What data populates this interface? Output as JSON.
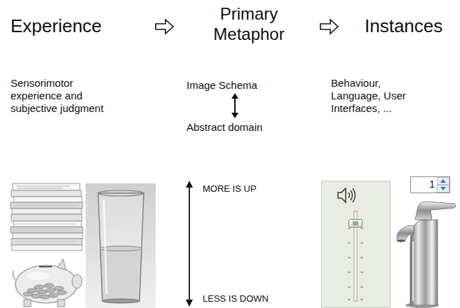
{
  "diagram": {
    "labels": [
      "Experience",
      "Primary Metaphor",
      "Instances",
      "Sensorimotor experience and subjective judgment",
      "Image Schema",
      "Abstract domain",
      "Behaviour, Language, User Interfaces, ...",
      "MORE IS UP",
      "LESS IS DOWN",
      "1"
    ]
  }
}
